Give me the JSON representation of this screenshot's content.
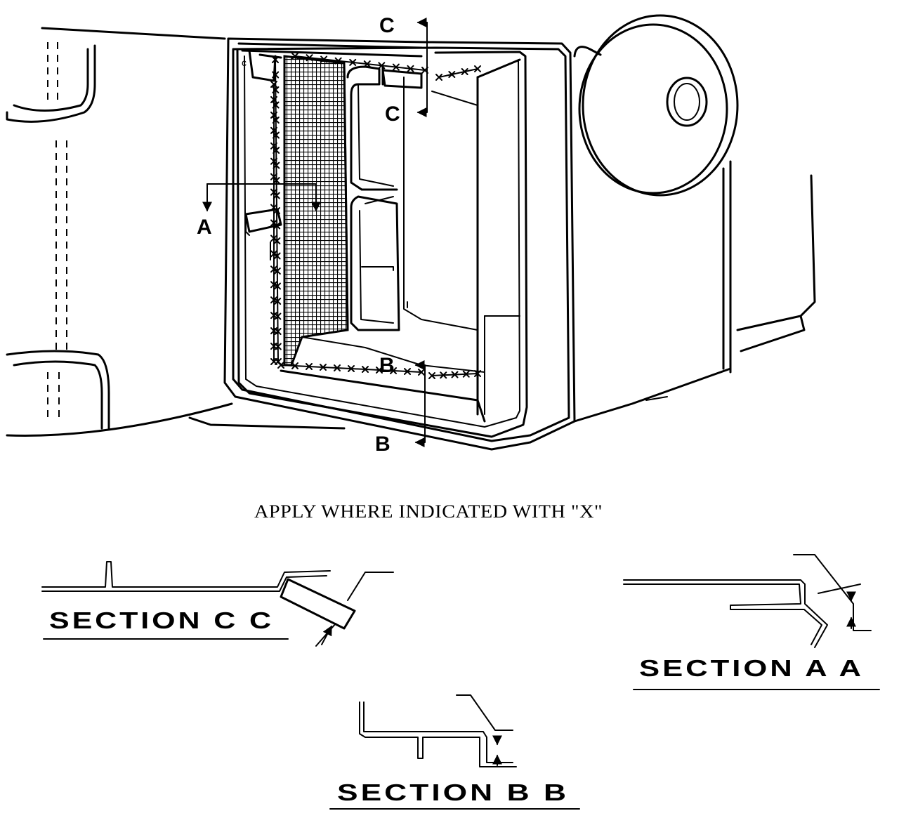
{
  "figure": {
    "note": "APPLY WHERE INDICATED WITH \"X\"",
    "inner_label": "c",
    "callouts": {
      "c_top": "C",
      "c_mid": "C",
      "a": "A",
      "b_mid": "B",
      "b_bottom": "B"
    },
    "sections": {
      "cc": "SECTION C C",
      "aa": "SECTION A A",
      "bb": "SECTION B B"
    }
  }
}
